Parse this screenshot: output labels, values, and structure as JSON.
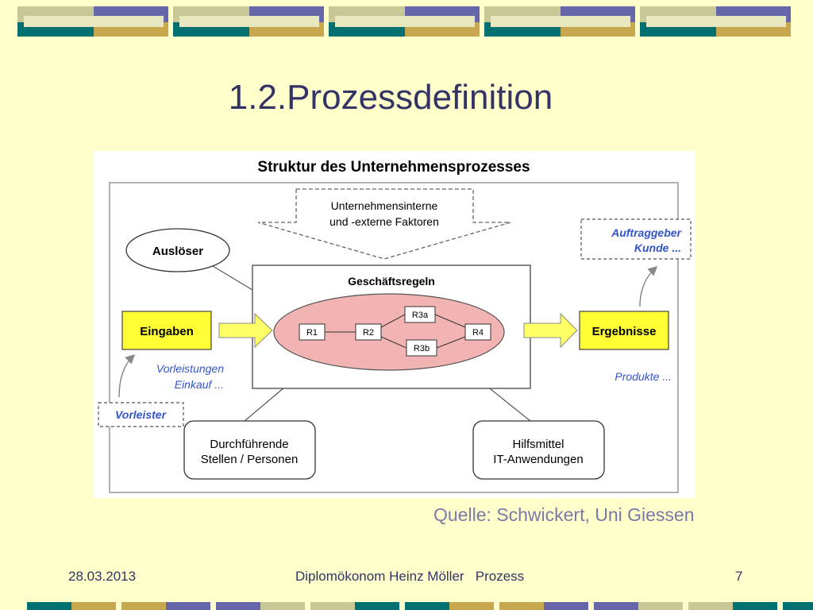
{
  "slide": {
    "title": "1.2.Prozessdefinition",
    "source": "Quelle: Schwickert, Uni Giessen"
  },
  "footer": {
    "date": "28.03.2013",
    "center": "Diplomökonom Heinz Möller   Prozess",
    "page": "7"
  },
  "diagram": {
    "title": "Struktur des Unternehmensprozesses",
    "factors": [
      "Unternehmensinterne",
      "und -externe Faktoren"
    ],
    "trigger": "Auslöser",
    "client": [
      "Auftraggeber",
      "Kunde ..."
    ],
    "rules_title": "Geschäftsregeln",
    "rules": [
      "R1",
      "R2",
      "R3a",
      "R3b",
      "R4"
    ],
    "inputs": "Eingaben",
    "results": "Ergebnisse",
    "prework": [
      "Vorleistungen",
      "Einkauf ..."
    ],
    "supplier": "Vorleister",
    "products": "Produkte ...",
    "actors": [
      "Durchführende",
      "Stellen / Personen"
    ],
    "tools": [
      "Hilfsmittel",
      "IT-Anwendungen"
    ]
  },
  "colors": {
    "background": "#ffffcc",
    "deco_olive": "#c8c896",
    "deco_purple": "#6666aa",
    "deco_teal": "#007070",
    "deco_gold": "#c8a84e",
    "deco_light": "#e8e8c0",
    "yellow_box": "#ffff33",
    "ellipse_fill": "#f2b3b3",
    "blue_text": "#3355cc",
    "title_text": "#333366"
  }
}
